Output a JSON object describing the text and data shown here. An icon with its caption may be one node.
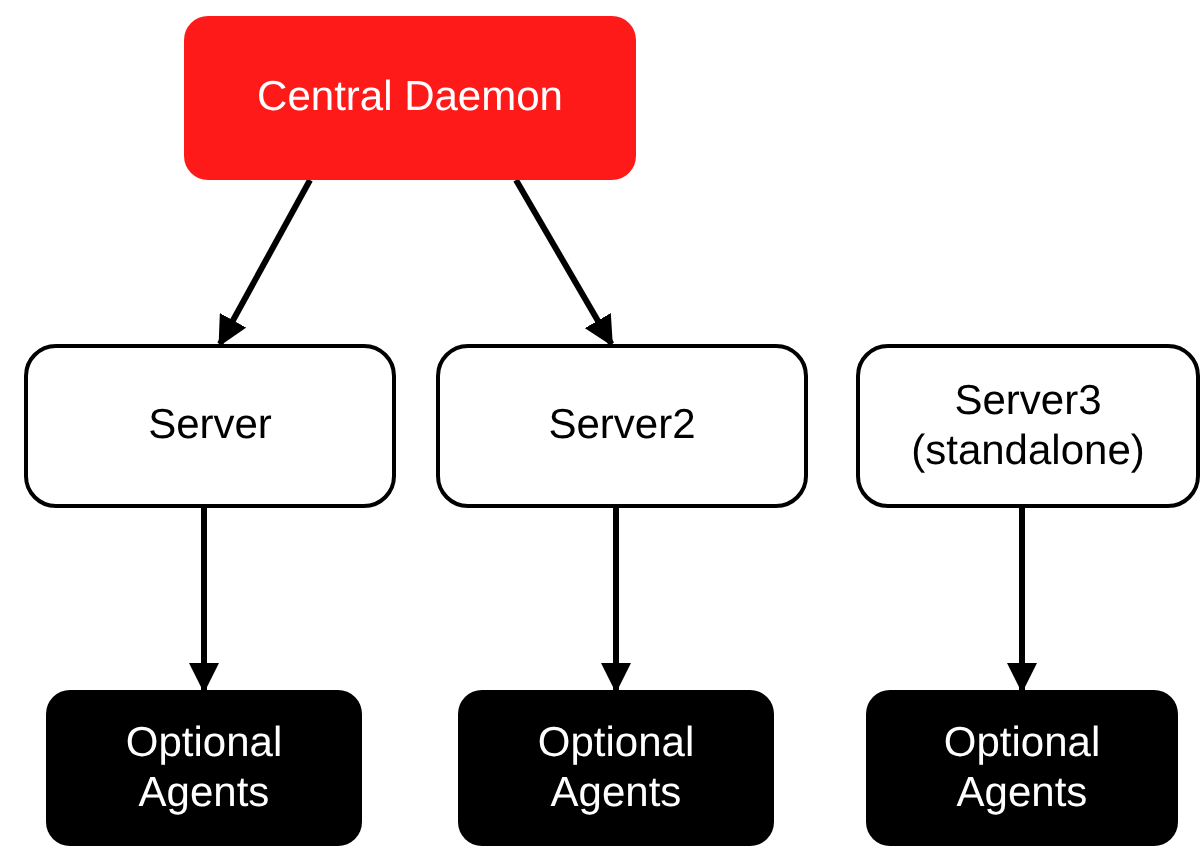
{
  "diagram": {
    "nodes": [
      {
        "text": [
          "Central Daemon"
        ]
      },
      {
        "text": [
          "Server"
        ]
      },
      {
        "text": [
          "Server2"
        ]
      },
      {
        "text": [
          "Server3 (standalone)"
        ]
      },
      {
        "text": [
          "Optional Agents"
        ]
      },
      {
        "text": [
          "Optional Agents"
        ]
      },
      {
        "text": [
          "Optional Agents"
        ]
      }
    ],
    "edges": [
      {
        "from": 0,
        "to": 1,
        "arrow": "to"
      },
      {
        "from": 0,
        "to": 2,
        "arrow": "to"
      },
      {
        "from": 1,
        "to": 4,
        "arrow": "to"
      },
      {
        "from": 2,
        "to": 5,
        "arrow": "to"
      },
      {
        "from": 3,
        "to": 6,
        "arrow": "to"
      }
    ]
  }
}
